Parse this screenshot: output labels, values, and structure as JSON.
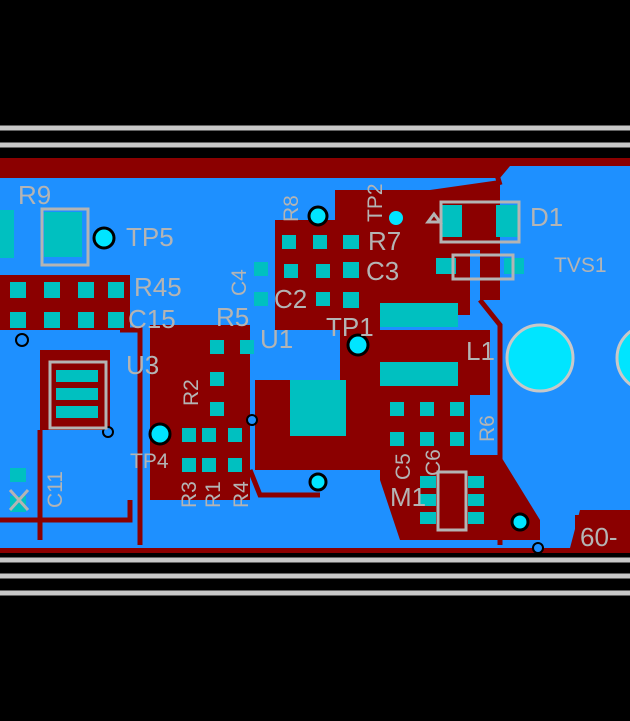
{
  "colors": {
    "background": "#000000",
    "copper_fill": "#1e90ff",
    "trace": "#8b0000",
    "pad": "#00c0c0",
    "via": "#00e5ff",
    "silkscreen": "#b4b4b4",
    "outline": "#c8c8c8"
  },
  "labels": {
    "r9": "R9",
    "tp5": "TP5",
    "r8": "R8",
    "tp2": "TP2",
    "d1": "D1",
    "r7": "R7",
    "c3": "C3",
    "tvs1": "TVS1",
    "c4": "C4",
    "c2": "C2",
    "r45": "R45",
    "c15": "C15",
    "r5": "R5",
    "tp1": "TP1",
    "u1": "U1",
    "l1": "L1",
    "u3": "U3",
    "r2": "R2",
    "r6": "R6",
    "tp4": "TP4",
    "c5": "C5",
    "c6": "C6",
    "r3": "R3",
    "r1": "R1",
    "r4": "R4",
    "c11": "C11",
    "m1": "M1",
    "edge_text": "60-"
  }
}
